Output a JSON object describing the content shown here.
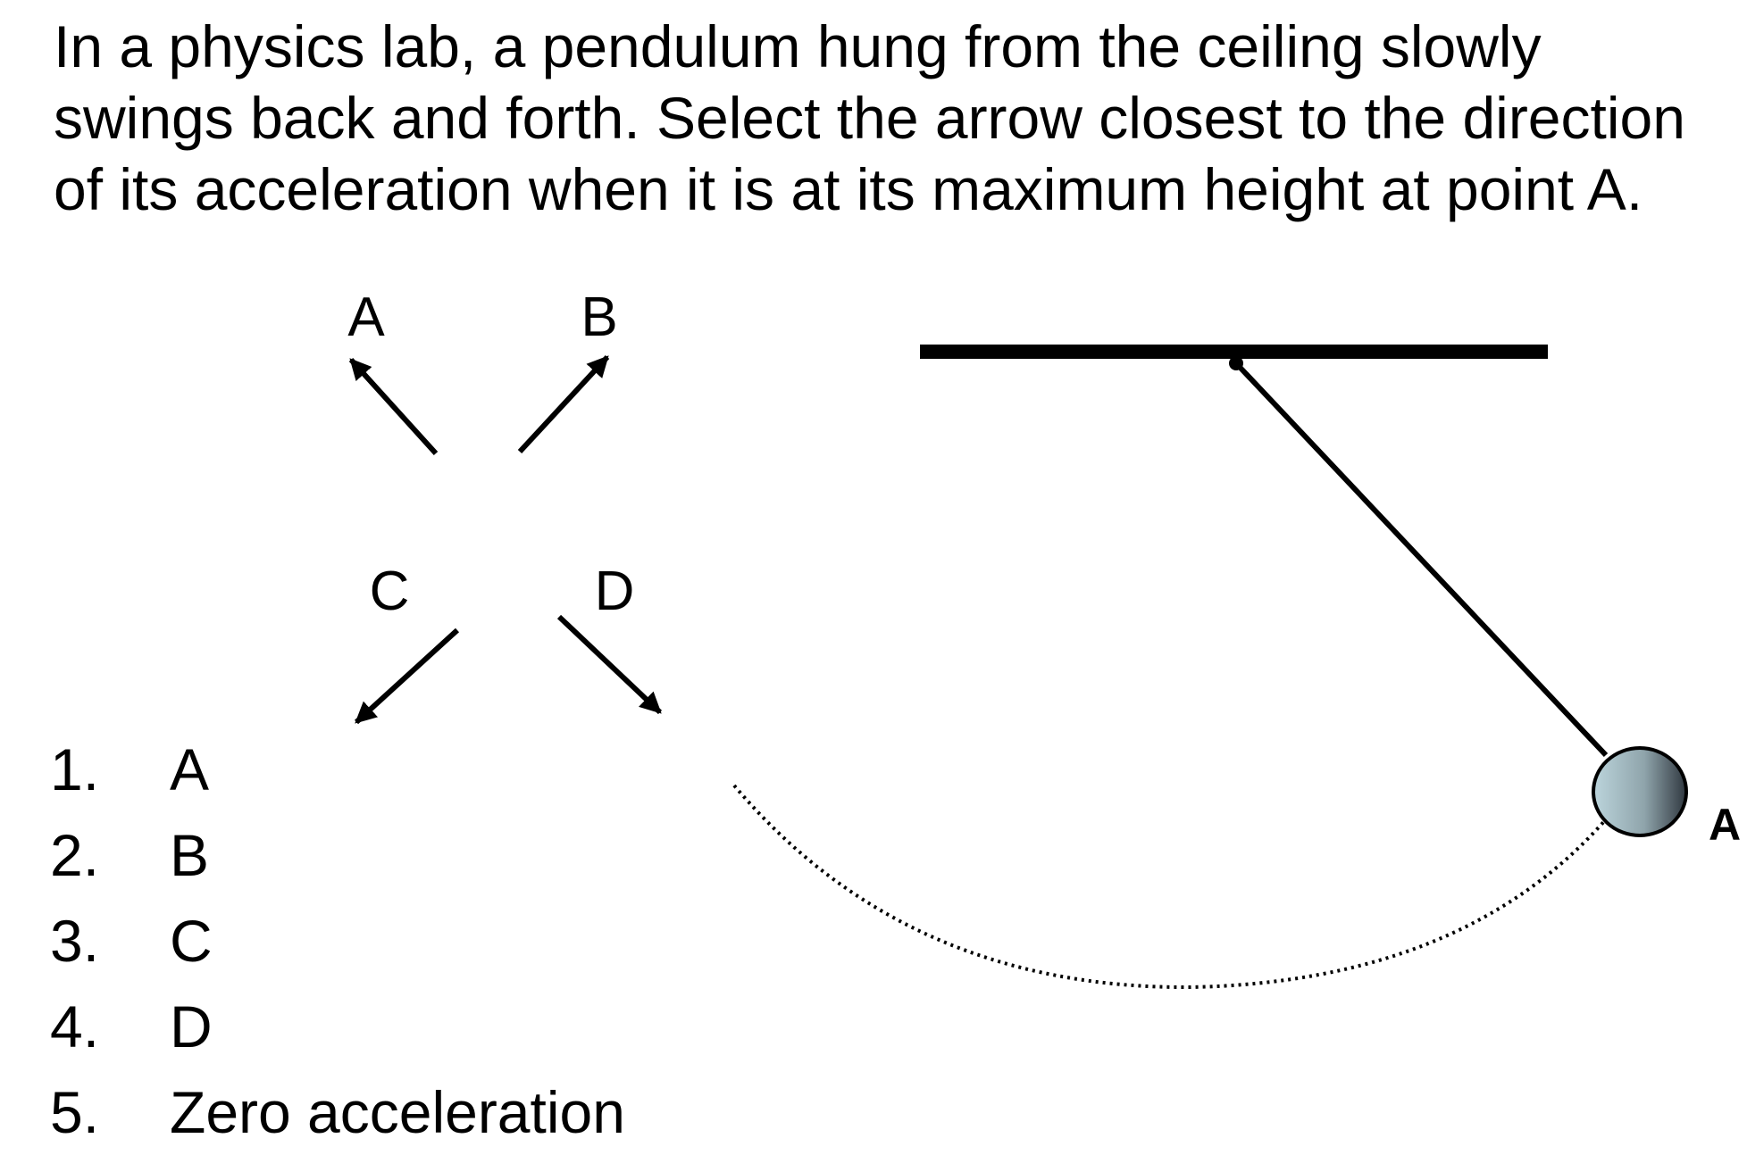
{
  "question": {
    "lines": [
      "In a physics lab, a pendulum hung from the ceiling slowly",
      "swings back and forth. Select the arrow closest to the direction",
      "of its acceleration when it is at its maximum height at point A."
    ]
  },
  "arrows": [
    {
      "label": "A",
      "direction": "up-left"
    },
    {
      "label": "B",
      "direction": "up-right"
    },
    {
      "label": "C",
      "direction": "down-left"
    },
    {
      "label": "D",
      "direction": "down-right"
    }
  ],
  "pendulum": {
    "point_label": "A",
    "bob_color": "#bcd5dc",
    "bob_shadow_color": "#303840"
  },
  "options": [
    {
      "number": "1.",
      "text": "A"
    },
    {
      "number": "2.",
      "text": "B"
    },
    {
      "number": "3.",
      "text": "C"
    },
    {
      "number": "4.",
      "text": "D"
    },
    {
      "number": "5.",
      "text": "Zero acceleration"
    }
  ]
}
